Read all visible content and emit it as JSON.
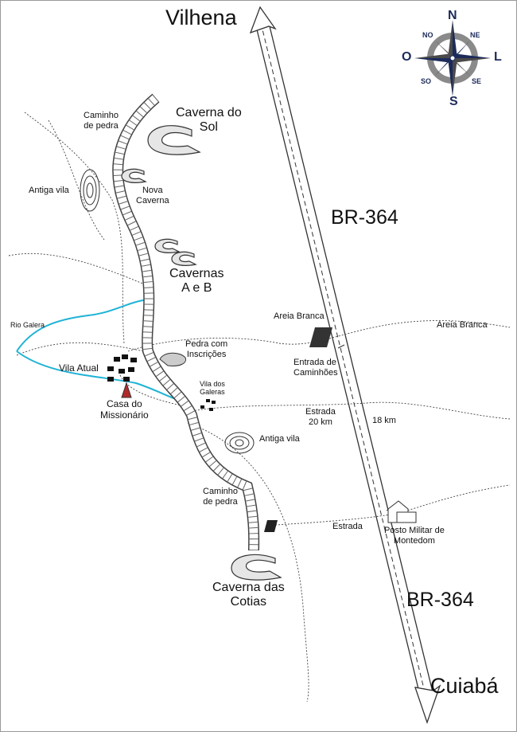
{
  "cities": {
    "north": "Vilhena",
    "south": "Cuiabá"
  },
  "highway": {
    "label_top": "BR-364",
    "label_bottom": "BR-364"
  },
  "compass": {
    "n": "N",
    "s": "S",
    "l": "L",
    "o": "O",
    "ne": "NE",
    "no": "NO",
    "se": "SE",
    "so": "SO"
  },
  "places": {
    "caverna_do_sol": "Caverna do\nSol",
    "nova_caverna": "Nova\nCaverna",
    "cavernas_ab": "Cavernas\nA e B",
    "caverna_cotias": "Caverna das\nCotias",
    "caminho_pedra_top": "Caminho\nde pedra",
    "caminho_pedra_bottom": "Caminho\nde pedra",
    "antiga_vila_top": "Antiga vila",
    "antiga_vila_bottom": "Antiga vila",
    "rio_galera": "Rio Galera",
    "vila_atual": "Vila Atual",
    "casa_missionario": "Casa do\nMissionário",
    "pedra_inscricoes": "Pedra com\nInscrições",
    "vila_galeras": "Vila dos\nGaleras",
    "areia_branca_left": "Areia Branca",
    "areia_branca_right": "Areia Branca",
    "entrada_caminhoes": "Entrada de\nCaminhões",
    "estrada_20km": "Estrada\n20 km",
    "dist_18km": "18 km",
    "estrada": "Estrada",
    "posto_militar": "Posto Militar de\nMontedom"
  },
  "colors": {
    "river": "#1fb3d6",
    "line": "#333333",
    "compass_dark": "#1c2b5a",
    "compass_ring": "#888888"
  }
}
